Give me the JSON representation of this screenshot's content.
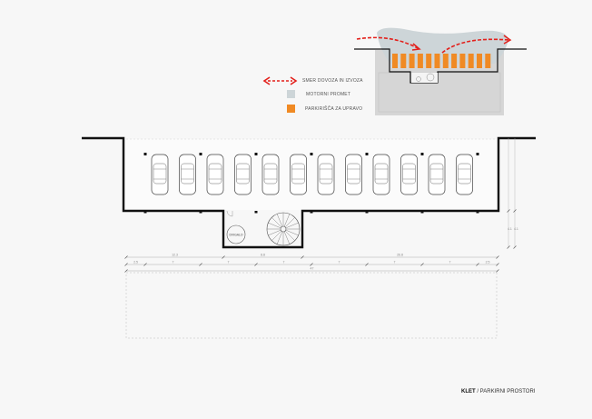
{
  "legend": [
    {
      "label": "SMER DOVOZA IN IZVOZA",
      "icon": "red-dashed-double-arrow"
    },
    {
      "label": "MOTORNI PROMET",
      "color": "#cdd5d8"
    },
    {
      "label": "PARKIRIŠČA ZA UPRAVO",
      "color": "#f08a24"
    }
  ],
  "plan": {
    "elevator_label": "DVIGALO",
    "parking_spaces": 12,
    "dims_row1": [
      "12.3",
      "8.8",
      "26.8"
    ],
    "dims_row2": [
      "2.5",
      "7",
      "7",
      "7",
      "7",
      "7",
      "7",
      "2.5"
    ],
    "dims_total": "47",
    "side_dims": [
      "4.1",
      "4.1"
    ]
  },
  "title": {
    "bold": "KLET",
    "rest": " / PARKIRNI PROSTORI"
  },
  "colors": {
    "accent": "#e3201b",
    "orange": "#f08a24",
    "traffic": "#cdd5d8"
  }
}
